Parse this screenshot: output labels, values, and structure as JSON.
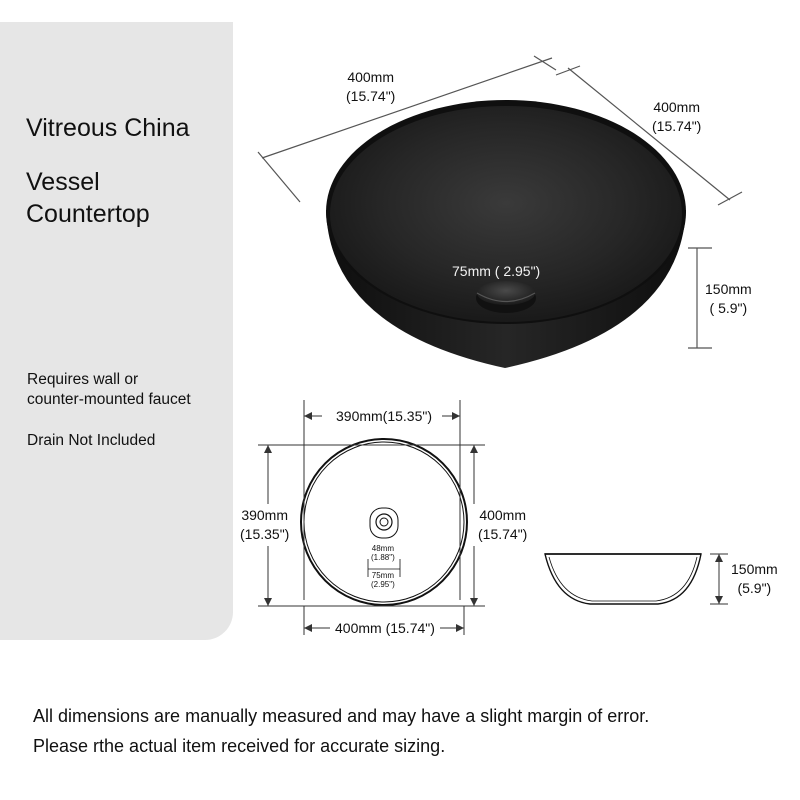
{
  "sidebar": {
    "title_line1": "Vitreous China",
    "title_line2": "Vessel",
    "title_line3": "Countertop",
    "note1_line1": "Requires wall or",
    "note1_line2": "counter-mounted faucet",
    "note2": "Drain Not Included"
  },
  "photo_dims": {
    "top_left": {
      "mm": "400mm",
      "in": "(15.74\")"
    },
    "top_right": {
      "mm": "400mm",
      "in": "(15.74\")"
    },
    "drain": "75mm ( 2.95\")",
    "height": {
      "mm": "150mm",
      "in": "( 5.9\")"
    }
  },
  "top_view": {
    "inner_width": "390mm(15.35\")",
    "inner_height": {
      "mm": "390mm",
      "in": "(15.35\")"
    },
    "outer_height": {
      "mm": "400mm",
      "in": "(15.74\")"
    },
    "outer_width": "400mm (15.74\")",
    "drain_inner": {
      "mm": "48mm",
      "in": "(1.88\")"
    },
    "drain_outer": {
      "mm": "75mm",
      "in": "(2.95\")"
    }
  },
  "side_view": {
    "height": {
      "mm": "150mm",
      "in": "(5.9\")"
    }
  },
  "footer": {
    "line1": "All dimensions are manually measured and may have a slight margin of error.",
    "line2": "Please rthe actual item received for accurate sizing."
  },
  "colors": {
    "panel": "#e6e6e6",
    "basin": "#1c1c1c",
    "line": "#333333"
  }
}
